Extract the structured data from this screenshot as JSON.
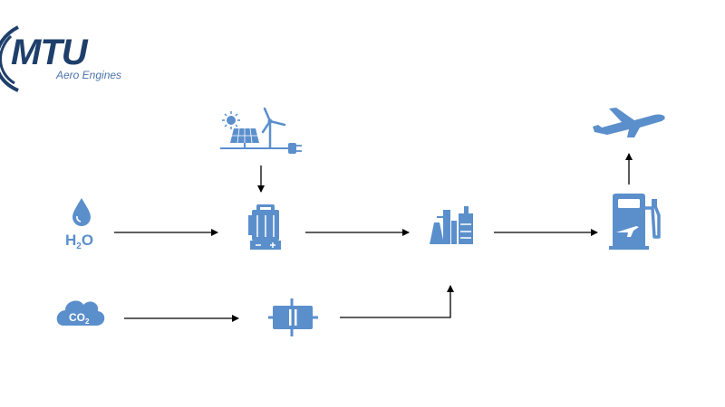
{
  "logo": {
    "brand": "MTU",
    "subtitle": "Aero Engines"
  },
  "inputs": {
    "water": {
      "formula_main": "H",
      "formula_sub": "2",
      "formula_end": "O"
    },
    "co2": {
      "formula_main": "CO",
      "formula_sub": "2"
    }
  },
  "icons": {
    "water_drop": "water-drop-icon",
    "co2_cloud": "co2-cloud-icon",
    "renewable_power": "solar-wind-power-icon",
    "electrolyzer": "electrolyzer-icon",
    "co2_capture": "co2-capture-unit-icon",
    "synthesis_plant": "synthesis-plant-icon",
    "fuel_pump": "fuel-pump-icon",
    "airplane": "airplane-icon"
  },
  "colors": {
    "icon_blue": "#5b8fcc",
    "logo_dark": "#1f3f6b",
    "logo_light": "#4a73a8",
    "arrow": "#000000"
  }
}
